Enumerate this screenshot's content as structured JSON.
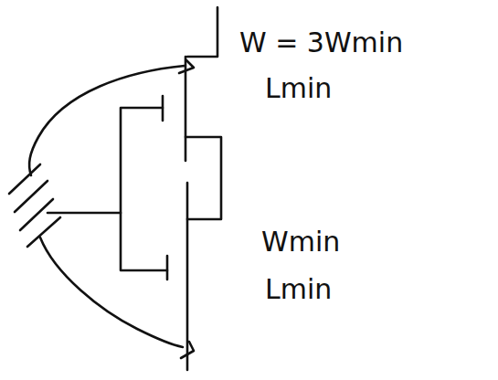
{
  "diagram": {
    "labels": [
      "W = 3Wmin",
      "Lmin",
      "Wmin",
      "Lmin"
    ]
  }
}
